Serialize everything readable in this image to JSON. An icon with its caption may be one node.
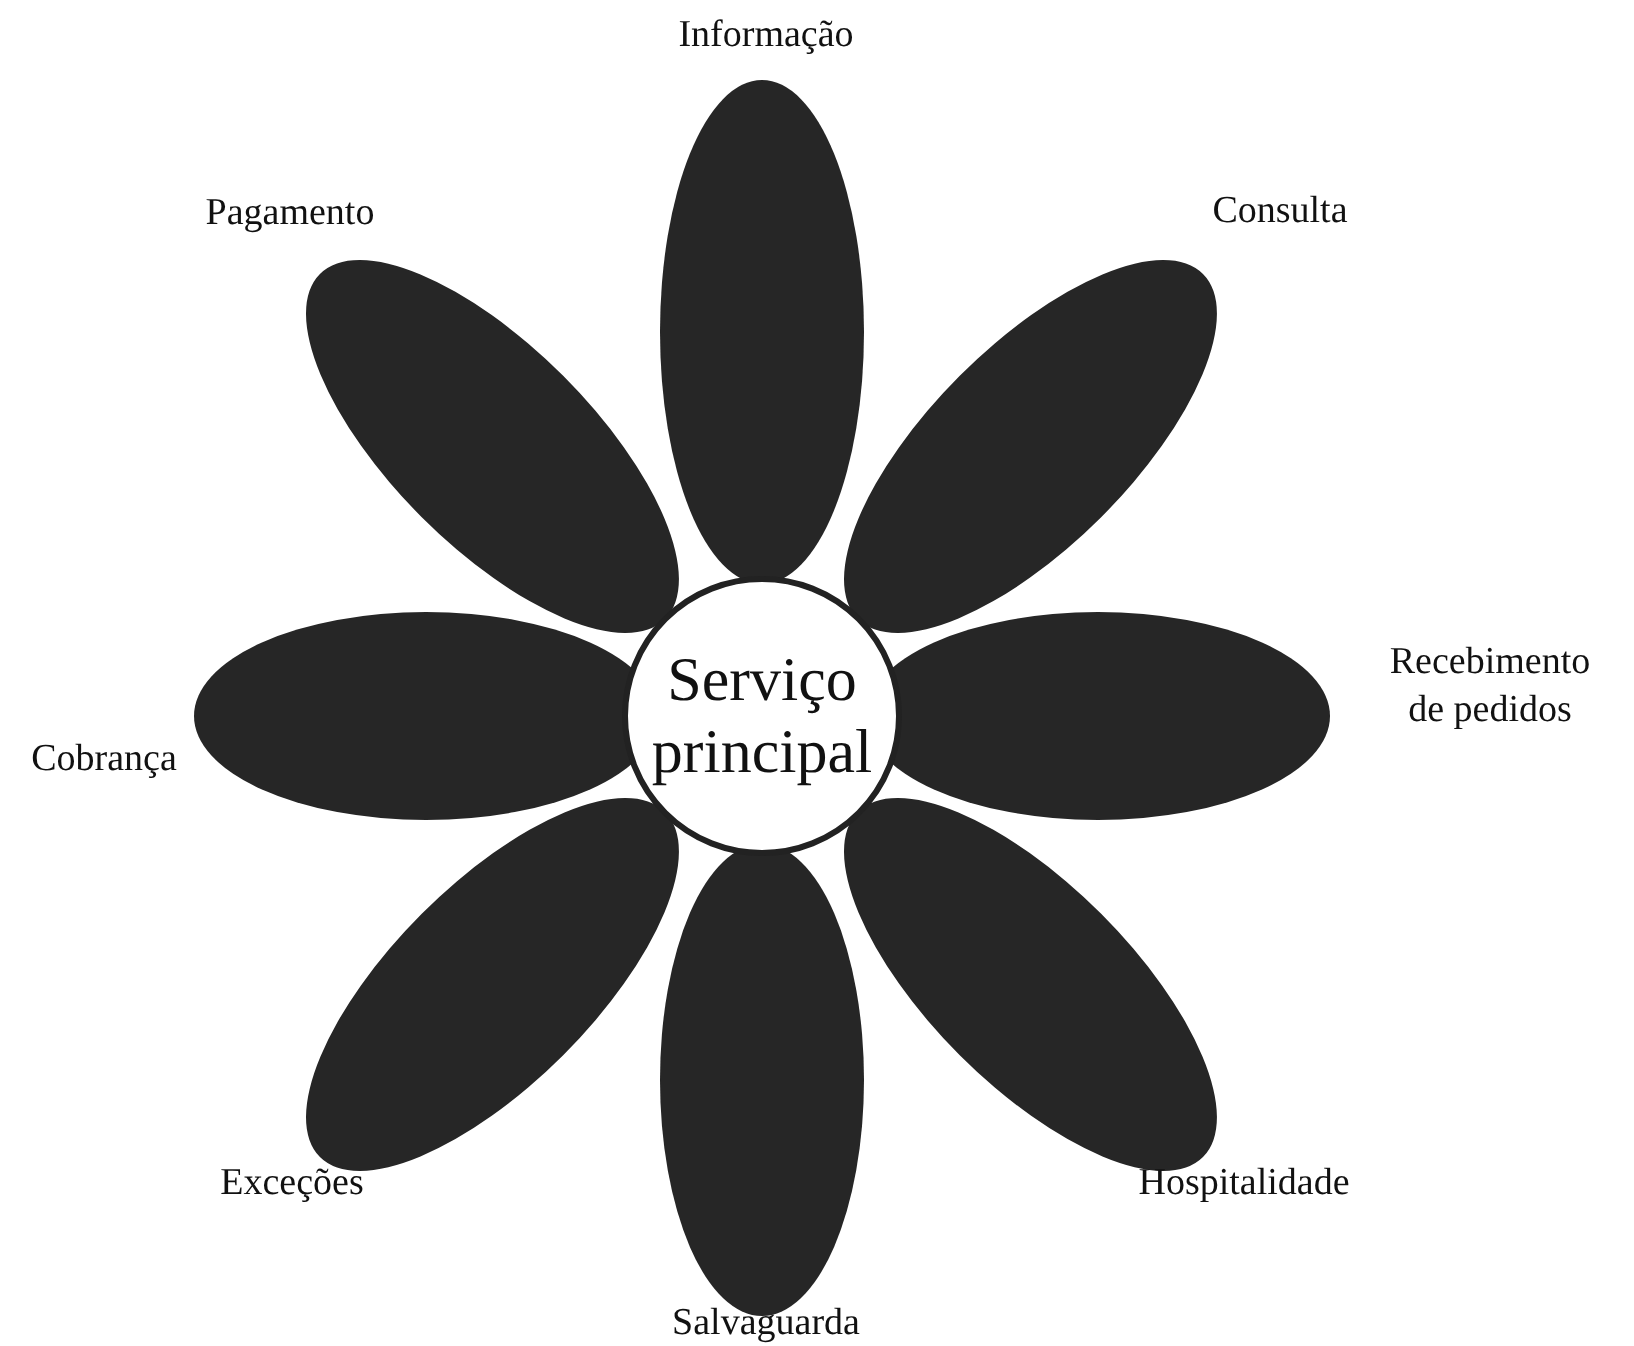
{
  "diagram": {
    "nodes": [
      {
        "text": [
          "Serviço principal"
        ]
      },
      {
        "text": [
          "Informação"
        ]
      },
      {
        "text": [
          "Consulta"
        ]
      },
      {
        "text": [
          "Recebimento de pedidos"
        ]
      },
      {
        "text": [
          "Hospitalidade"
        ]
      },
      {
        "text": [
          "Salvaguarda"
        ]
      },
      {
        "text": [
          "Exceções"
        ]
      },
      {
        "text": [
          "Cobrança"
        ]
      },
      {
        "text": [
          "Pagamento"
        ]
      }
    ]
  }
}
